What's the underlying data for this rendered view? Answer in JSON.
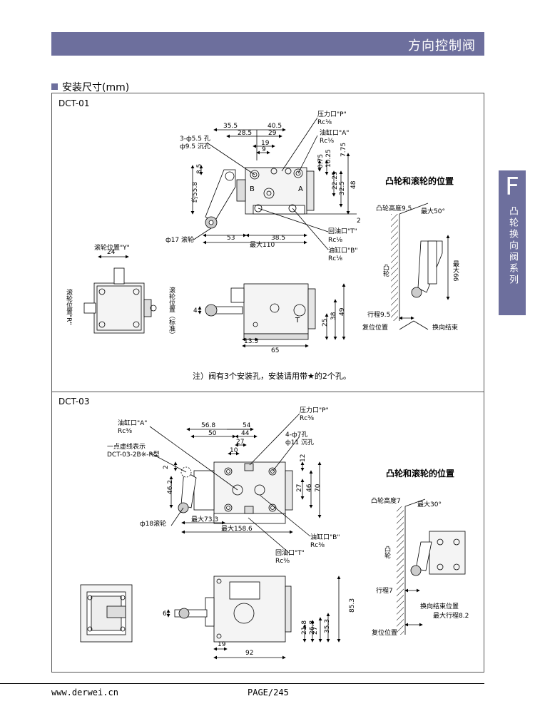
{
  "header": {
    "title": "方向控制阀"
  },
  "section": {
    "label": "安装尺寸(mm)"
  },
  "side_tab": {
    "letter": "F",
    "text": "凸轮换向阀系列"
  },
  "footer": {
    "url": "www.derwei.cn",
    "page": "PAGE/245"
  },
  "dct01": {
    "model": "DCT-01",
    "cam_title": "凸轮和滚轮的位置",
    "note": "注）阀有3个安装孔，安装请用带★的2个孔。",
    "labels": {
      "pressure_port": "压力口\"P\"",
      "rc_p": "Rc⅛",
      "cyl_a": "油缸口\"A\"",
      "rc_a": "Rc⅛",
      "holes": "3-ф5.5 孔",
      "counterbore": "ф9.5 沉孔",
      "return_t": "回油口\"T\"",
      "rc_t": "Rc⅛",
      "cyl_b": "油缸口\"B\"",
      "rc_b": "Rc⅛",
      "roller": "ф17 滚轮",
      "about": "约55.8",
      "roller_pos_y": "滚轮位置\"Y\"",
      "roller_pos_r": "滚轮位置\"R\"",
      "roller_pos_std": "滚轮位置（标准）",
      "port_b": "B",
      "port_a": "A",
      "port_t": "T",
      "cam_height": "凸轮高度9.5",
      "max50": "最大50°",
      "cam": "凸轮",
      "max66": "最大66",
      "stroke": "行程9.5",
      "reset_pos": "复位位置",
      "switch_end": "换向结束"
    },
    "dims": {
      "d35_5": "35.5",
      "d40_5": "40.5",
      "d28_5": "28.5",
      "d29": "29",
      "d19": "19",
      "d9": "9",
      "d0_75": "0.75",
      "d10_25": "10.25",
      "d7_75": "7.75",
      "d22_25": "22.25",
      "d32_5": "32.5",
      "d48": "48",
      "d8_5": "8.5",
      "d2": "2",
      "d53": "53",
      "d38_5": "38.5",
      "max110": "最大110",
      "d24": "24",
      "d4": "4",
      "d25": "25",
      "d38": "38",
      "d49": "49",
      "d13_5": "13.5",
      "d65": "65"
    }
  },
  "dct03": {
    "model": "DCT-03",
    "cam_title": "凸轮和滚轮的位置",
    "labels": {
      "cyl_a": "油缸口\"A\"",
      "rc_a": "Rc⅜",
      "dash_line": "一点虚线表示",
      "model_r": "DCT-03-2B※-R型",
      "pressure_port": "压力口\"P\"",
      "rc_p": "Rc⅜",
      "holes": "4-ф7孔",
      "counterbore": "ф11 沉孔",
      "roller": "ф18滚轮",
      "cyl_b": "油缸口\"B\"",
      "rc_b": "Rc⅜",
      "return_t": "回油口\"T\"",
      "rc_t": "Rc⅜",
      "cam_height": "凸轮高度7",
      "max30": "最大30°",
      "cam": "凸轮",
      "stroke": "行程7",
      "switch_end": "换向结束位置",
      "max_stroke": "最大行程8.2",
      "reset_pos": "复位位置"
    },
    "dims": {
      "d56_8": "56.8",
      "d54": "54",
      "d50": "50",
      "d44": "44",
      "d27": "27",
      "d10": "10",
      "d12": "12",
      "d2": "2",
      "d46_2": "46.2",
      "d27b": "27",
      "d46": "46",
      "d70": "70",
      "max73_3": "最大73.3",
      "max158_6": "最大158.6",
      "d6": "6",
      "d19": "19",
      "d92": "92",
      "d21_8": "21.8",
      "d26_8": "26.8",
      "d27c": "27",
      "d35_3": "35.3",
      "d85_3": "85.3"
    }
  }
}
